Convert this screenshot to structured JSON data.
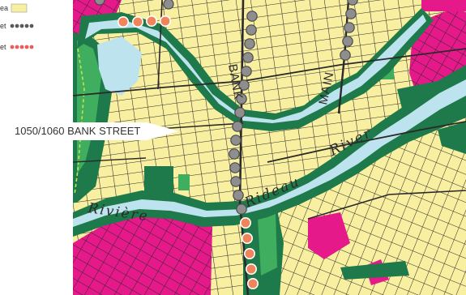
{
  "legend": {
    "area_label": "ea",
    "street_grey_label": "et",
    "street_red_label": "et"
  },
  "colors": {
    "residential": "#f8efa0",
    "commercial": "#e6198a",
    "parkland": "#1e7a4a",
    "green_light": "#3fae5f",
    "water": "#bde3ee",
    "road": "#2a2a2a",
    "transit_grey": "#9a9a9a",
    "transit_red": "#f0845a"
  },
  "labels": {
    "bank_street": "BANK",
    "main_street": "MAIN",
    "river_rideau": "Rideau",
    "river_word_right": "River",
    "river_word_left": "Rivière",
    "site_callout": "1050/1060 BANK STREET"
  }
}
